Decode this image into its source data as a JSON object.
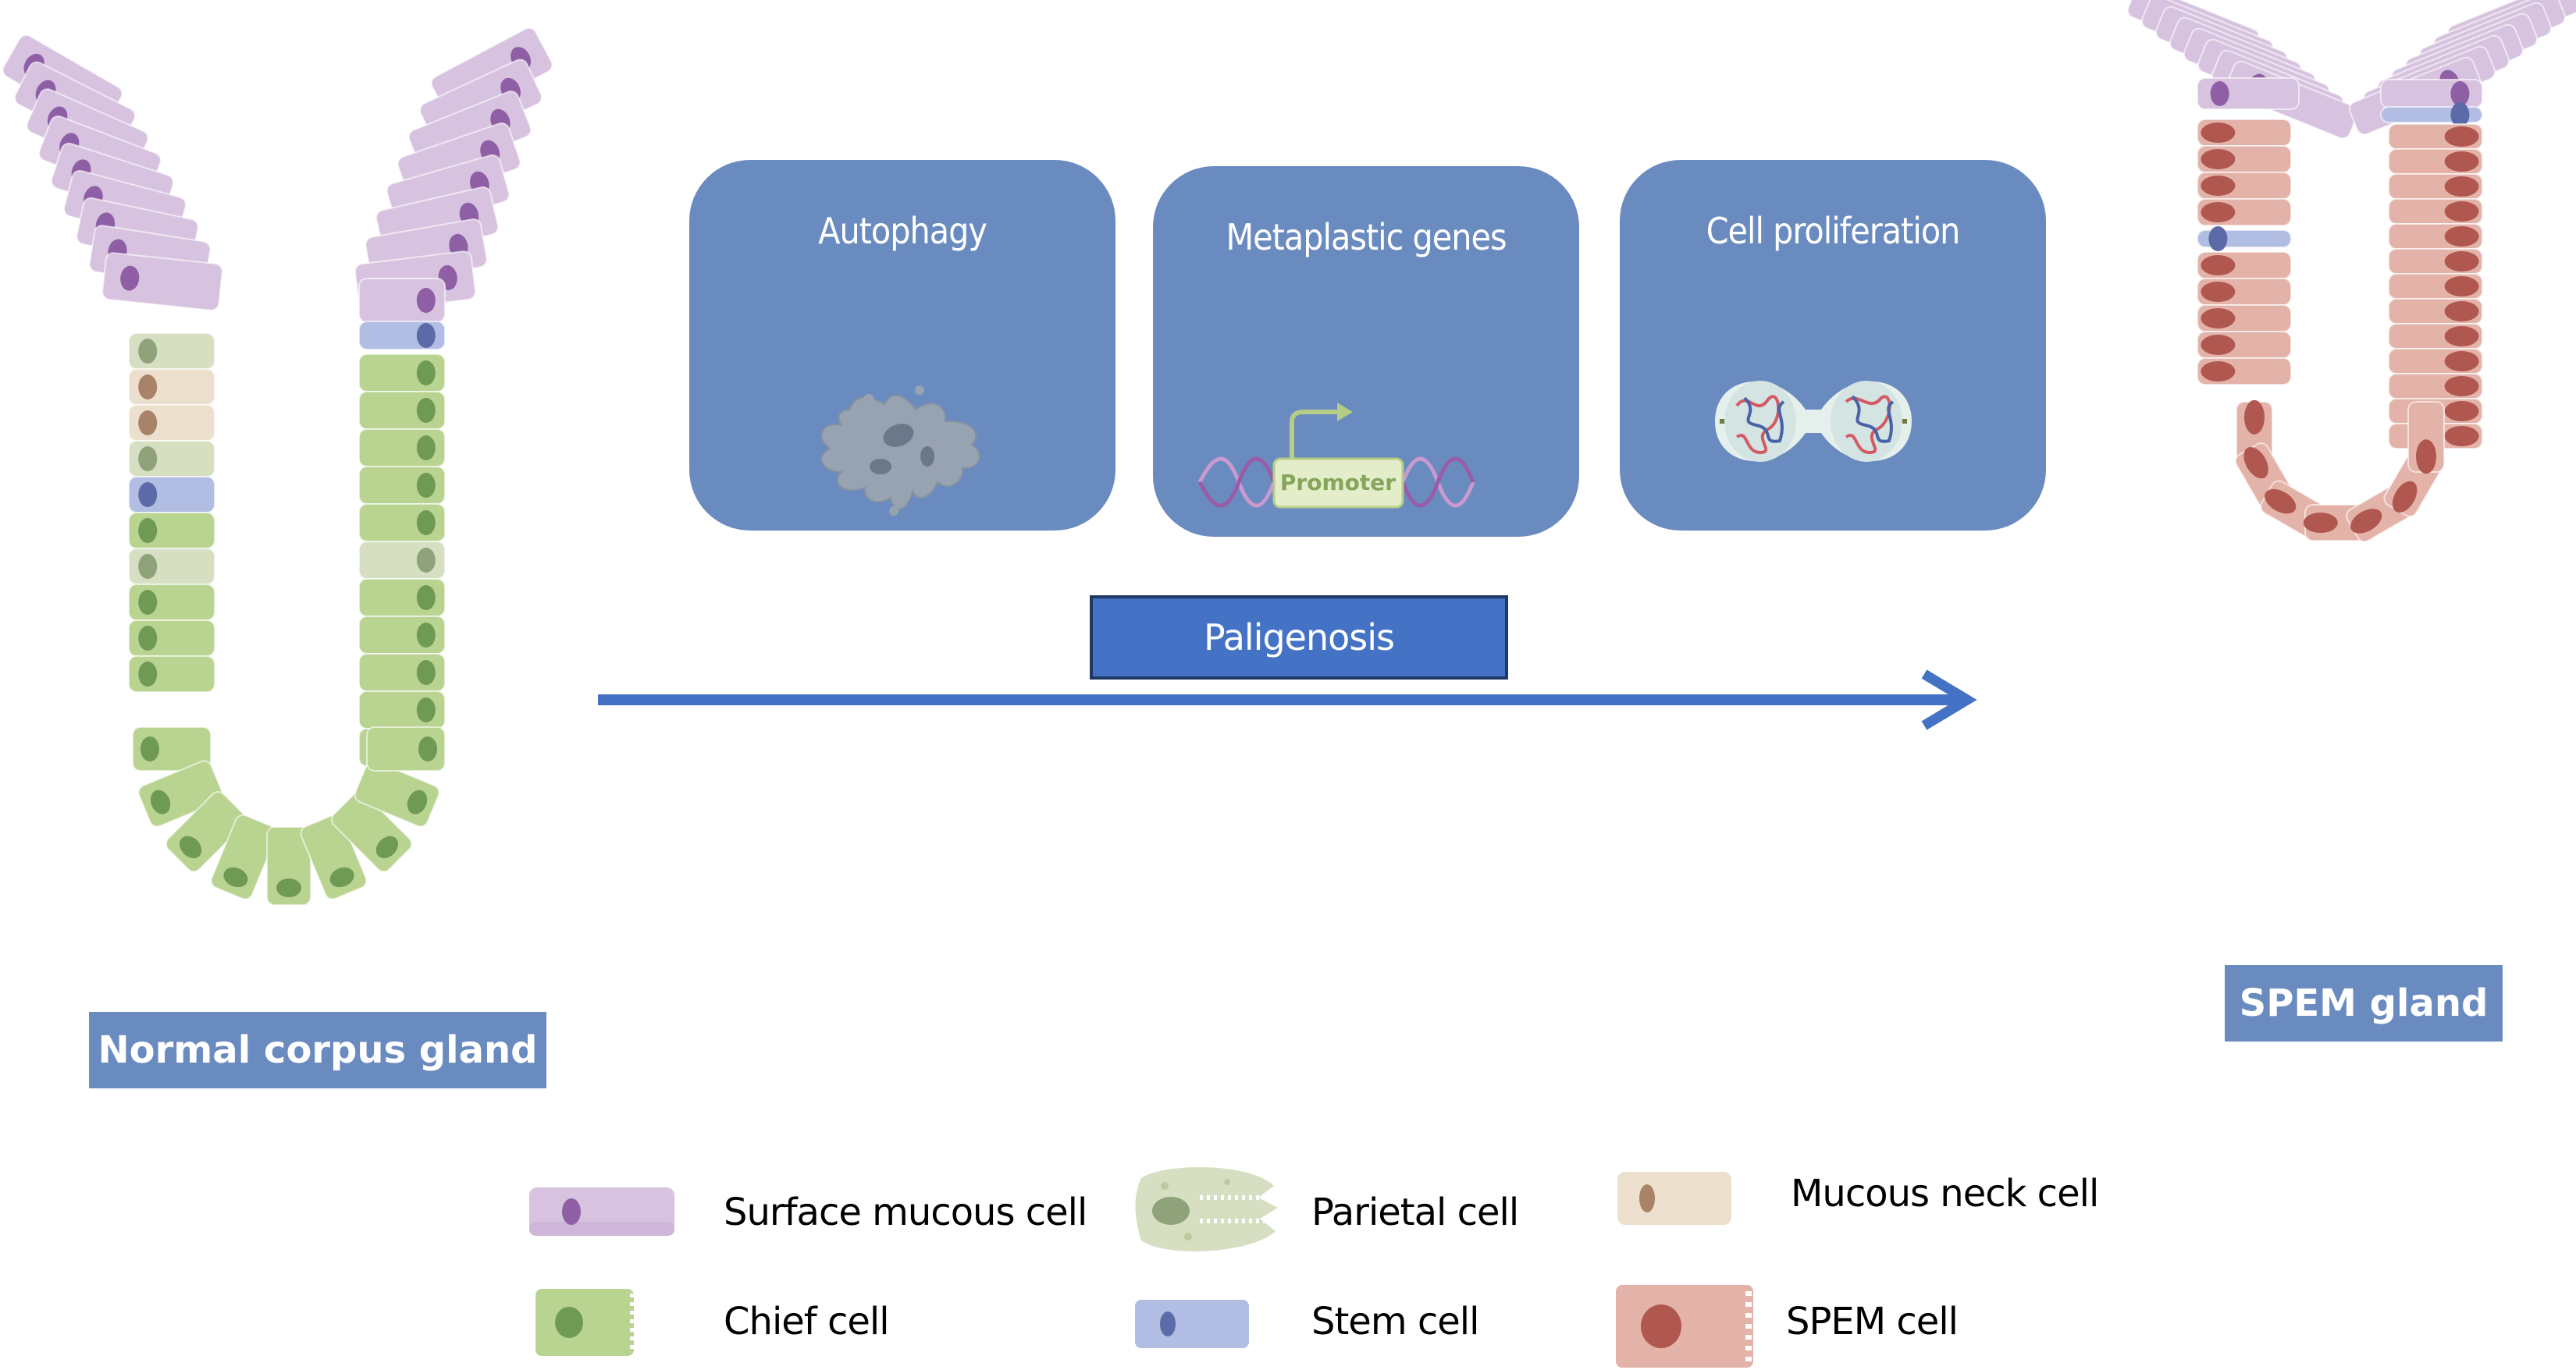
{
  "figure": {
    "title": "Paligenosis: Normal corpus gland to SPEM gland"
  },
  "stages": [
    {
      "label": "Autophagy",
      "icon": "autophagy-cell-icon"
    },
    {
      "label": "Metaplastic genes",
      "icon": "promoter-dna-icon",
      "icon_text": "Promoter"
    },
    {
      "label": "Cell proliferation",
      "icon": "dividing-cell-icon"
    }
  ],
  "process": {
    "label": "Paligenosis",
    "arrow": "right-arrow"
  },
  "glands": {
    "left": {
      "label": "Normal corpus gland"
    },
    "right": {
      "label": "SPEM gland"
    }
  },
  "legend": {
    "items": [
      {
        "label": "Surface mucous cell",
        "color": "#d7c3df",
        "nucleus": "#8f5fa6"
      },
      {
        "label": "Parietal cell",
        "color": "#d6dfc2",
        "nucleus": "#8fa27a"
      },
      {
        "label": "Mucous neck cell",
        "color": "#ecdfcd",
        "nucleus": "#a98367"
      },
      {
        "label": "Chief cell",
        "color": "#b9d391",
        "nucleus": "#6f9a55"
      },
      {
        "label": "Stem cell",
        "color": "#b2bde3",
        "nucleus": "#5c6aa8"
      },
      {
        "label": "SPEM cell",
        "color": "#e3b2a8",
        "nucleus": "#b0574f"
      }
    ]
  },
  "colors": {
    "box_blue": "#6a8bbf",
    "paligenosis_blue": "#4472c4",
    "arrow_blue": "#4472c4"
  }
}
